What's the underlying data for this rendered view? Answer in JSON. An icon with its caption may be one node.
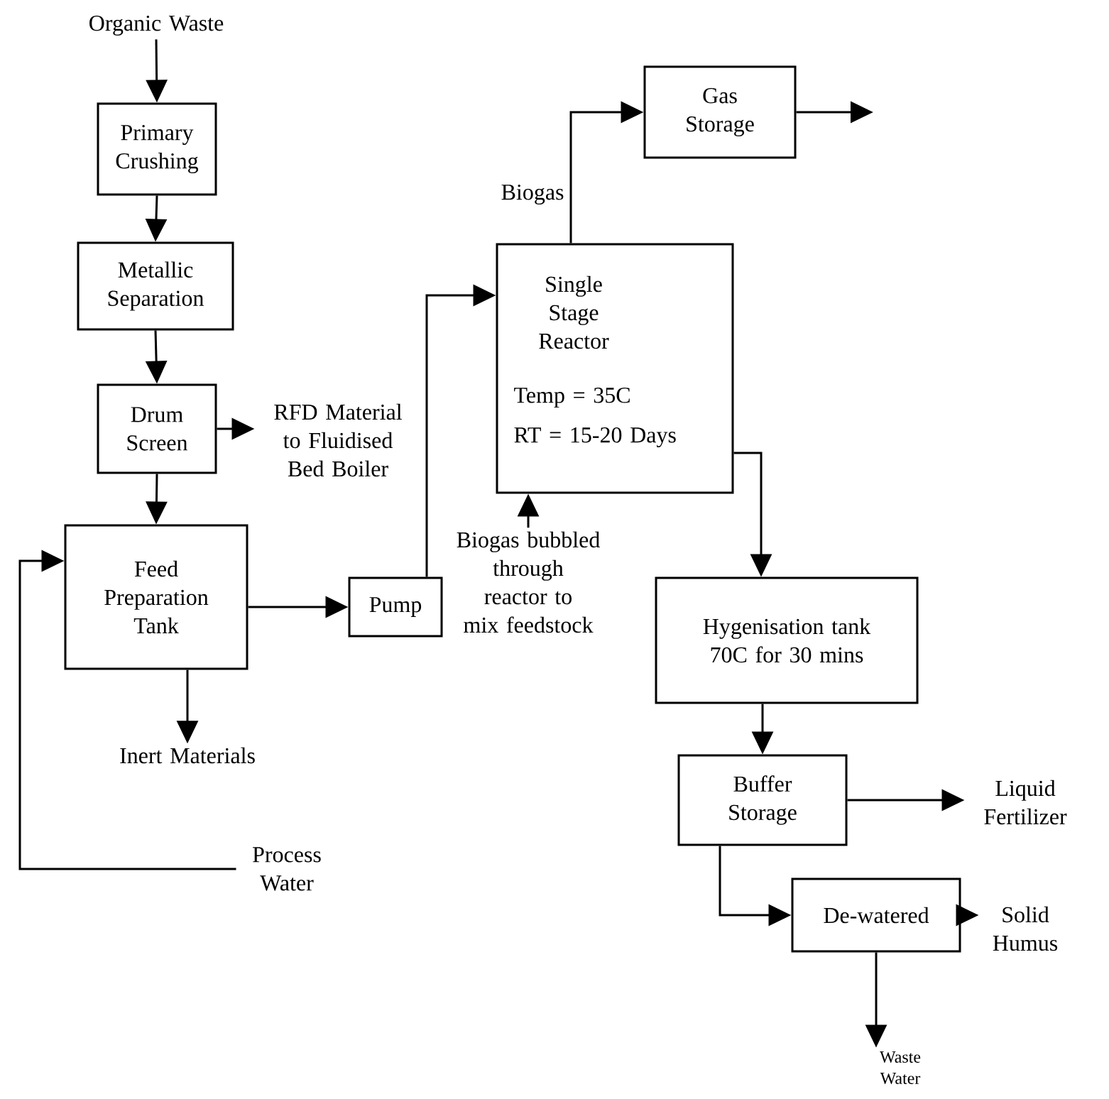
{
  "diagram": {
    "nodes": [
      {
        "text": [
          "Organic Waste"
        ]
      },
      {
        "text": [
          "Primary Crushing"
        ]
      },
      {
        "text": [
          "Metallic Separation"
        ]
      },
      {
        "text": [
          "Drum Screen"
        ]
      },
      {
        "text": [
          "RFD Material to Fluidised Bed Boiler"
        ]
      },
      {
        "text": [
          "Feed Preparation Tank"
        ]
      },
      {
        "text": [
          "Inert Materials"
        ]
      },
      {
        "text": [
          "Process Water"
        ]
      },
      {
        "text": [
          "Pump"
        ]
      },
      {
        "text": [
          "Single Stage Reactor",
          "Temp = 35C",
          "RT = 15-20 Days"
        ]
      },
      {
        "text": [
          "Gas Storage"
        ]
      },
      {
        "text": [
          "Biogas bubbled through reactor to mix feedstock"
        ]
      },
      {
        "text": [
          "Hygenisation tank 70C for 30 mins"
        ]
      },
      {
        "text": [
          "Buffer Storage"
        ]
      },
      {
        "text": [
          "Liquid Fertilizer"
        ]
      },
      {
        "text": [
          "De-watered"
        ]
      },
      {
        "text": [
          "Solid Humus"
        ]
      },
      {
        "text": [
          "Waste Water"
        ]
      }
    ],
    "edges": [
      {
        "from": 0,
        "to": 1,
        "arrow": "to"
      },
      {
        "from": 1,
        "to": 2,
        "arrow": "to"
      },
      {
        "from": 2,
        "to": 3,
        "arrow": "to"
      },
      {
        "from": 3,
        "to": 4,
        "arrow": "to"
      },
      {
        "from": 3,
        "to": 5,
        "arrow": "to"
      },
      {
        "from": 5,
        "to": 6,
        "arrow": "to"
      },
      {
        "from": 7,
        "to": 5,
        "arrow": "to"
      },
      {
        "from": 5,
        "to": 8,
        "arrow": "to"
      },
      {
        "from": 8,
        "to": 9,
        "arrow": "to"
      },
      {
        "from": 9,
        "to": 10,
        "arrow": "to",
        "label": "Biogas"
      },
      {
        "from": 10,
        "to": null,
        "arrow": "to"
      },
      {
        "from": 11,
        "to": 9,
        "arrow": "to"
      },
      {
        "from": 9,
        "to": 12,
        "arrow": "to"
      },
      {
        "from": 12,
        "to": 13,
        "arrow": "to"
      },
      {
        "from": 13,
        "to": 14,
        "arrow": "to"
      },
      {
        "from": 13,
        "to": 15,
        "arrow": "to"
      },
      {
        "from": 15,
        "to": 16,
        "arrow": "to"
      },
      {
        "from": 15,
        "to": 17,
        "arrow": "to"
      }
    ]
  }
}
